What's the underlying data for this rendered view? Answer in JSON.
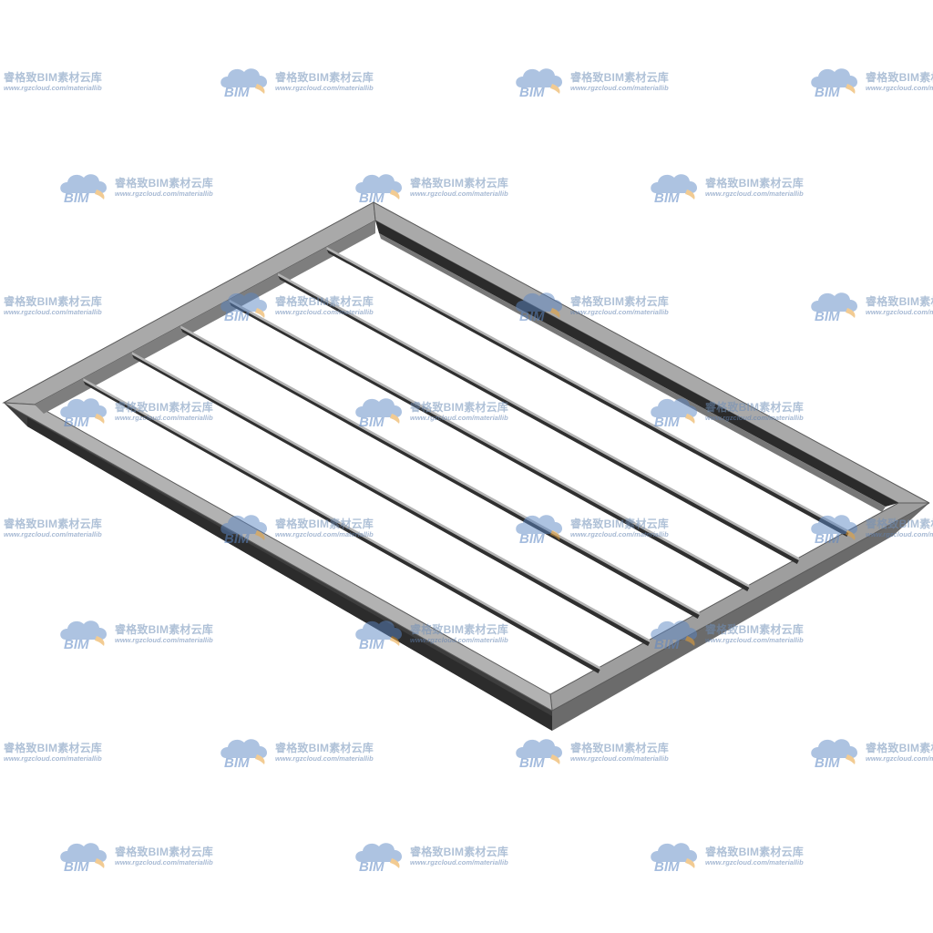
{
  "watermark": {
    "logo_text": "BIM",
    "title": "睿格致BIM素材云库",
    "url": "www.rgzcloud.com/materiallib",
    "colors": {
      "cloud": "#5b86c4",
      "accent": "#e8a23a",
      "text": "#6f8fb8"
    }
  },
  "model": {
    "description_icon": "steel-grate-frame-icon",
    "colors": {
      "frame_top": "#a9a9a9",
      "frame_side": "#3d3d3d",
      "frame_inner": "#8c8c8c",
      "bar_top": "#b4b4b4",
      "bar_dark": "#2f2f2f",
      "outline": "#5a5a5a"
    },
    "bar_count": 6
  }
}
